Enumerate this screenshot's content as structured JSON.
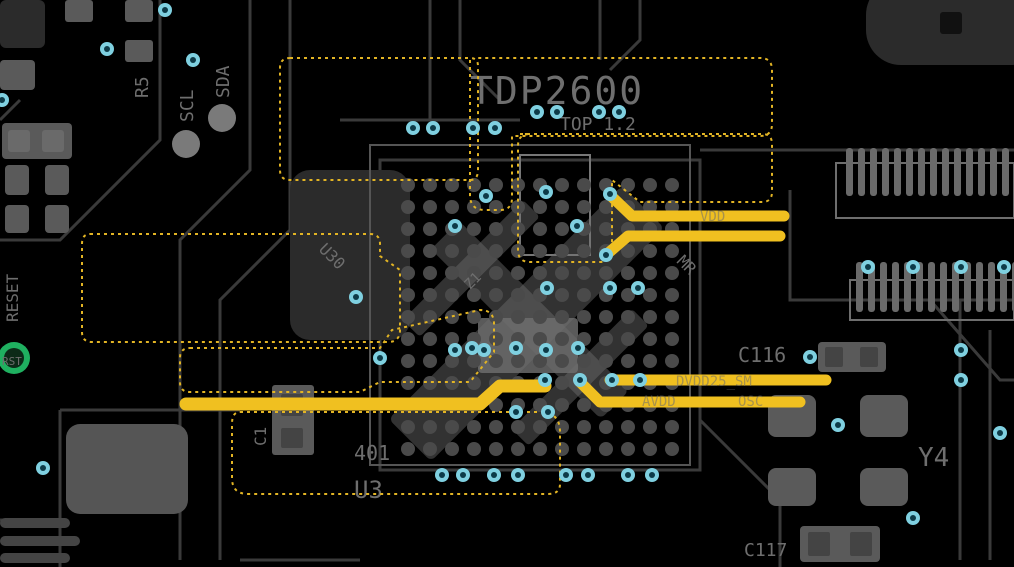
{
  "labels": {
    "r5": "R5",
    "scl": "SCL",
    "sda": "SDA",
    "reset": "RESET",
    "rst_pad": "RST",
    "part": "TDP2600",
    "top": "TOP 1.2",
    "c116": "C116",
    "c117": "C117",
    "c1": "C1",
    "y4": "Y4",
    "u3": "U3",
    "pin401": "401",
    "vdd": "VDD",
    "dvdd25": "DVDD25_SM",
    "avdd": "AVDD",
    "osc": "OSC",
    "u30": "U30",
    "mr": "MR",
    "z1": "Z1"
  },
  "colors": {
    "board": "#000000",
    "highlight": "#f0c020",
    "highlight_outline": "#e2b424",
    "via": "#7fd0e0",
    "silkscreen": "#6e6e6e",
    "copper": "#3a3a3a"
  }
}
